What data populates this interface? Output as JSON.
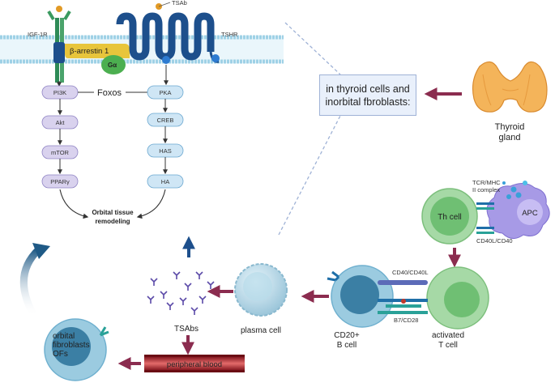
{
  "membrane": {
    "igf1r_label": "IGF-1R",
    "tshr_label": "TSHR",
    "tsab_label": "TSAb",
    "arrestin_label": "β-arrestin 1",
    "galpha_label": "Gα"
  },
  "pathway": {
    "foxos_label": "Foxos",
    "left": [
      "PI3K",
      "Akt",
      "mTOR",
      "PPARγ"
    ],
    "right": [
      "PKA",
      "CREB",
      "HAS",
      "HA"
    ],
    "outcome_line1": "Orbital tissue",
    "outcome_line2": "remodeling"
  },
  "callout": {
    "text_line1": "in thyroid cells and",
    "text_line2": "inorbital fbroblasts:"
  },
  "thyroid": {
    "label_line1": "Thyroid",
    "label_line2": "gland"
  },
  "immune": {
    "th_cell": "Th cell",
    "apc": "APC",
    "tcr_line1": "TCR/MHC",
    "tcr_line2": "II complex",
    "cd40l_cd40": "CD40L/CD40",
    "cd40_cd40l": "CD40/CD40L",
    "b7_cd28": "B7/CD28",
    "activated_line1": "activated",
    "activated_line2": "T cell",
    "cd20_line1": "CD20+",
    "cd20_line2": "B cell",
    "plasma_cell": "plasma cell",
    "tsabs": "TSAbs",
    "peripheral_blood": "peripheral blood",
    "of_line1": "orbital",
    "of_line2": "fibroblasts",
    "of_line3": "OFs"
  },
  "colors": {
    "membrane": "#a8d8ea",
    "receptor": "#1d4f8c",
    "arrestin": "#e8c53b",
    "galpha": "#4caf50",
    "pathway_left": "#d9d2ee",
    "pathway_right": "#cfe6f5",
    "arrow_maroon": "#8b2c4f",
    "blood": "#9b1c24",
    "cell_green": "#a6d9a6",
    "cell_blue": "#9bcbe0",
    "apc_purple": "#a79ae6"
  }
}
